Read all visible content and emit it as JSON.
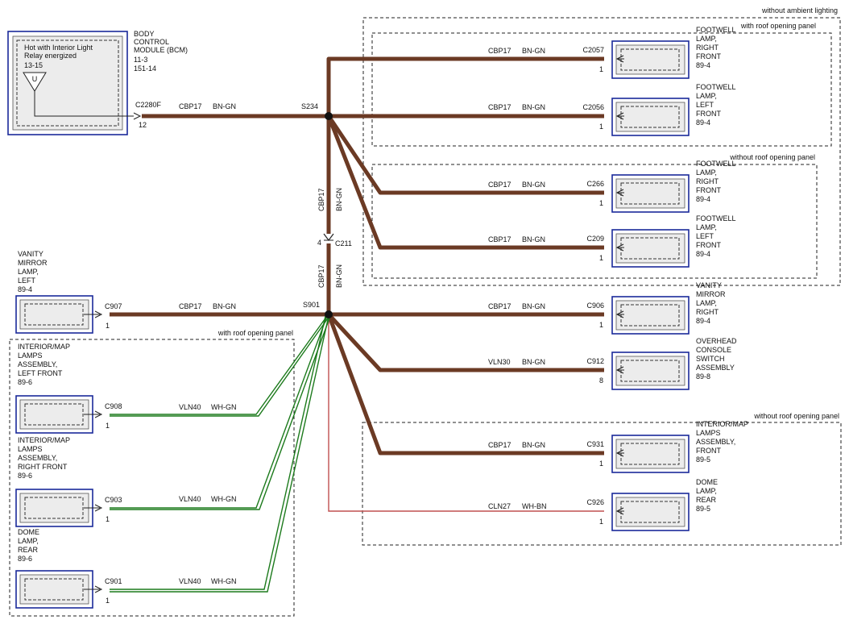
{
  "labels": {
    "without_ambient_lighting": "without ambient lighting",
    "with_roof_panel_top": "with roof opening panel",
    "without_roof_panel_mid": "without roof opening panel",
    "with_roof_panel_left": "with roof opening panel",
    "without_roof_panel_bottom": "without roof opening panel"
  },
  "bcm": {
    "name_lines": [
      "BODY",
      "CONTROL",
      "MODULE (BCM)",
      "11-3",
      "151-14"
    ],
    "inner_lines": [
      "Hot with Interior Light",
      "Relay energized",
      "13-15"
    ],
    "u_symbol": "U",
    "connector": "C2280F",
    "pin": "12"
  },
  "splices": {
    "s234": "S234",
    "s901": "S901",
    "c211": "C211",
    "c211_pin": "4"
  },
  "wires": {
    "bcm_s234": [
      "CBP17",
      "BN-GN"
    ],
    "c2057": [
      "CBP17",
      "BN-GN"
    ],
    "c2056": [
      "CBP17",
      "BN-GN"
    ],
    "c266": [
      "CBP17",
      "BN-GN"
    ],
    "c209": [
      "CBP17",
      "BN-GN"
    ],
    "vert_upper": [
      "CBP17",
      "BN-GN"
    ],
    "vert_lower": [
      "CBP17",
      "BN-GN"
    ],
    "c907": [
      "CBP17",
      "BN-GN"
    ],
    "c906": [
      "CBP17",
      "BN-GN"
    ],
    "c912": [
      "VLN30",
      "BN-GN"
    ],
    "c931": [
      "CBP17",
      "BN-GN"
    ],
    "c926": [
      "CLN27",
      "WH-BN"
    ],
    "c908": [
      "VLN40",
      "WH-GN"
    ],
    "c903": [
      "VLN40",
      "WH-GN"
    ],
    "c901": [
      "VLN40",
      "WH-GN"
    ]
  },
  "components": {
    "c2057": {
      "connector": "C2057",
      "pin": "1",
      "lines": [
        "FOOTWELL",
        "LAMP,",
        "RIGHT",
        "FRONT",
        "89-4"
      ]
    },
    "c2056": {
      "connector": "C2056",
      "pin": "1",
      "lines": [
        "FOOTWELL",
        "LAMP,",
        "LEFT",
        "FRONT",
        "89-4"
      ]
    },
    "c266": {
      "connector": "C266",
      "pin": "1",
      "lines": [
        "FOOTWELL",
        "LAMP,",
        "RIGHT",
        "FRONT",
        "89-4"
      ]
    },
    "c209": {
      "connector": "C209",
      "pin": "1",
      "lines": [
        "FOOTWELL",
        "LAMP,",
        "LEFT",
        "FRONT",
        "89-4"
      ]
    },
    "c906": {
      "connector": "C906",
      "pin": "1",
      "lines": [
        "VANITY",
        "MIRROR",
        "LAMP,",
        "RIGHT",
        "89-4"
      ]
    },
    "c912": {
      "connector": "C912",
      "pin": "8",
      "lines": [
        "OVERHEAD",
        "CONSOLE",
        "SWITCH",
        "ASSEMBLY",
        "89-8"
      ]
    },
    "c931": {
      "connector": "C931",
      "pin": "1",
      "lines": [
        "INTERIOR/MAP",
        "LAMPS",
        "ASSEMBLY,",
        "FRONT",
        "89-5"
      ]
    },
    "c926": {
      "connector": "C926",
      "pin": "1",
      "lines": [
        "DOME",
        "LAMP,",
        "REAR",
        "89-5"
      ]
    },
    "c907": {
      "connector": "C907",
      "pin": "1",
      "lines": [
        "VANITY",
        "MIRROR",
        "LAMP,",
        "LEFT",
        "89-4"
      ]
    },
    "c908": {
      "connector": "C908",
      "pin": "1",
      "lines": [
        "INTERIOR/MAP",
        "LAMPS",
        "ASSEMBLY,",
        "LEFT FRONT",
        "89-6"
      ]
    },
    "c903": {
      "connector": "C903",
      "pin": "1",
      "lines": [
        "INTERIOR/MAP",
        "LAMPS",
        "ASSEMBLY,",
        "RIGHT FRONT",
        "89-6"
      ]
    },
    "c901": {
      "connector": "C901",
      "pin": "1",
      "lines": [
        "DOME",
        "LAMP,",
        "REAR",
        "89-6"
      ]
    }
  }
}
